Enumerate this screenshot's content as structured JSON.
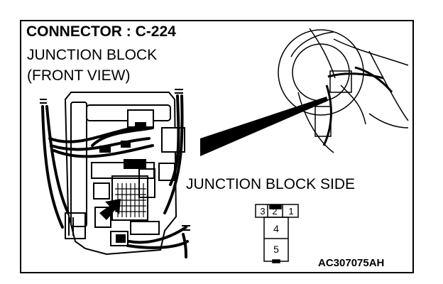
{
  "connector": {
    "title": "CONNECTOR : C-224",
    "location_line1": "JUNCTION BLOCK",
    "location_line2": "(FRONT VIEW)",
    "side_label": "JUNCTION BLOCK SIDE",
    "figure_code": "AC307075AH"
  },
  "pins": {
    "top_row": [
      "3",
      "2",
      "1"
    ],
    "lower": [
      "4",
      "5"
    ]
  }
}
